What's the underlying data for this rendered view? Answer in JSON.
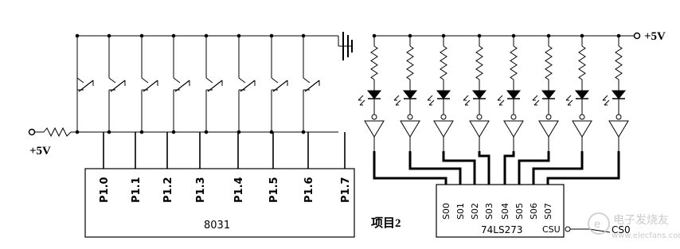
{
  "left_circuit": {
    "supply_label": "+5V",
    "chip_label": "8031",
    "pins": [
      "P1.0",
      "P1.1",
      "P1.2",
      "P1.3",
      "P1.4",
      "P1.5",
      "P1.6",
      "P1.7"
    ]
  },
  "right_circuit": {
    "supply_label": "+5V",
    "chip_label": "74LS273",
    "outputs": [
      "S00",
      "S01",
      "S02",
      "S03",
      "S04",
      "S05",
      "S06",
      "S07"
    ],
    "chip_select_pin": "CSU",
    "chip_select_signal": "CS0"
  },
  "project_label": "项目2",
  "watermark": {
    "name": "电子发烧友",
    "url": "www.elecfans.com"
  },
  "colors": {
    "line": "#000000",
    "watermark": "#b9b9b9"
  }
}
